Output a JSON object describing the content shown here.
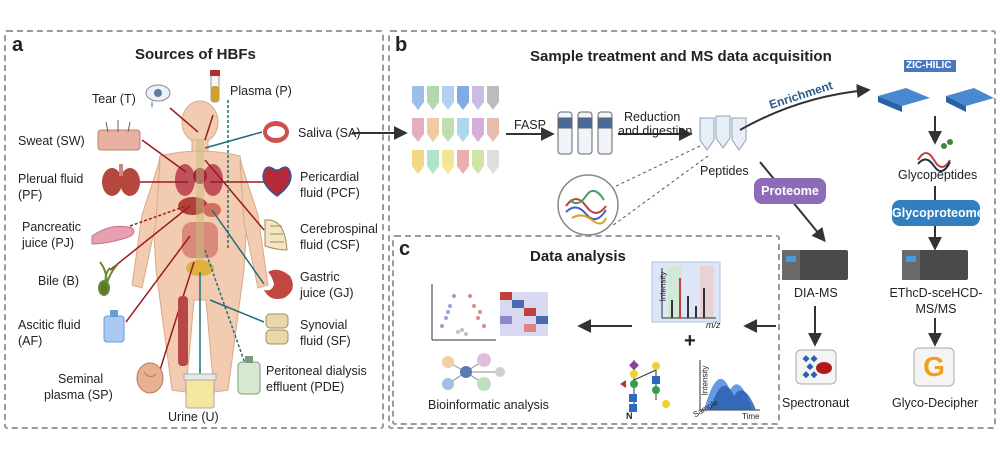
{
  "panel_a": {
    "letter": "a",
    "title": "Sources of HBFs",
    "sources": {
      "tear": "Tear (T)",
      "plasma": "Plasma (P)",
      "sweat": "Sweat (SW)",
      "saliva": "Saliva (SA)",
      "plerual_1": "Plerual fluid",
      "plerual_2": "(PF)",
      "pericardial_1": "Pericardial",
      "pericardial_2": "fluid (PCF)",
      "pancreatic_1": "Pancreatic",
      "pancreatic_2": "juice (PJ)",
      "csf_1": "Cerebrospinal",
      "csf_2": "fluid (CSF)",
      "bile": "Bile (B)",
      "gastric_1": "Gastric",
      "gastric_2": "juice (GJ)",
      "ascitic_1": "Ascitic fluid",
      "ascitic_2": "(AF)",
      "synovial_1": "Synovial",
      "synovial_2": "fluid (SF)",
      "seminal_1": "Seminal",
      "seminal_2": "plasma (SP)",
      "peritoneal_1": "Peritoneal dialysis",
      "peritoneal_2": "effluent (PDE)",
      "urine": "Urine (U)"
    }
  },
  "panel_b": {
    "letter": "b",
    "title": "Sample treatment and MS data acquisition",
    "fasp": "FASP",
    "reduction_1": "Reduction",
    "reduction_2": "and digestion",
    "peptides": "Peptides",
    "enrichment": "Enrichment",
    "zic_hilic": "ZIC-HILIC",
    "glycopeptides": "Glycopeptides",
    "proteome": "Proteome",
    "glycoproteome": "Glycoproteome",
    "dia_ms": "DIA-MS",
    "ethcd_1": "EThcD-sceHCD-",
    "ethcd_2": "MS/MS",
    "spectronaut": "Spectronaut",
    "glyco_decipher": "Glyco-Decipher",
    "glyco_logo_letter": "G"
  },
  "panel_c": {
    "letter": "c",
    "title": "Data analysis",
    "bioinformatic": "Bioinformatic analysis",
    "intensity": "Intensity",
    "mz": "m/z",
    "sample": "Sample",
    "time": "Time",
    "plus": "+",
    "glycan_n": "N"
  },
  "colors": {
    "proteome_pill": "#8e6bb8",
    "glycoproteome_pill": "#2f7fc1",
    "panel_border": "#9a9a9a",
    "arrow": "#333333",
    "enrichment_text": "#2a5a8a",
    "red_line": "#9b1c1c",
    "teal_line": "#1f6f7a",
    "green_line": "#2a7a4a"
  }
}
